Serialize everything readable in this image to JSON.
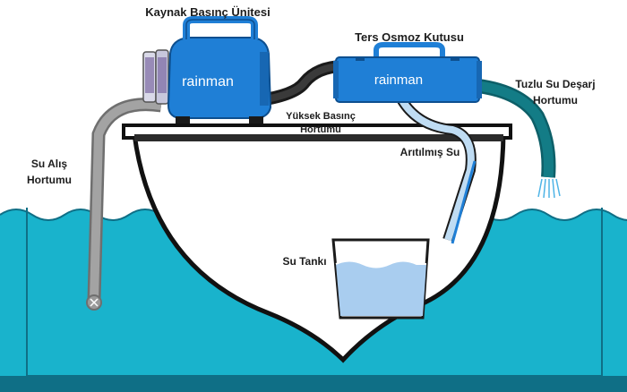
{
  "labels": {
    "pressure_unit": "Kaynak Basınç Ünitesi",
    "ro_box": "Ters Osmoz Kutusu",
    "brine_l1": "Tuzlu Su Deşarj",
    "brine_l2": "Hortumu",
    "intake_l1": "Su Alış",
    "intake_l2": "Hortumu",
    "hp_l1": "Yüksek Basınç",
    "hp_l2": "Hortumu",
    "purified": "Arıtılmış Su",
    "tank": "Su Tankı"
  },
  "brand": {
    "unit_logo": "rainman",
    "box_logo": "rainman"
  },
  "colors": {
    "sea": "#19b3cc",
    "sea_dark": "#0f6f86",
    "device_blue": "#1f7fd6",
    "brine_hose": "#137c86",
    "intake_hose": "#a3a3a3",
    "hp_hose": "#2b2b2b",
    "product_hose": "#bfdcf3",
    "tank_water": "#a9cdef"
  }
}
